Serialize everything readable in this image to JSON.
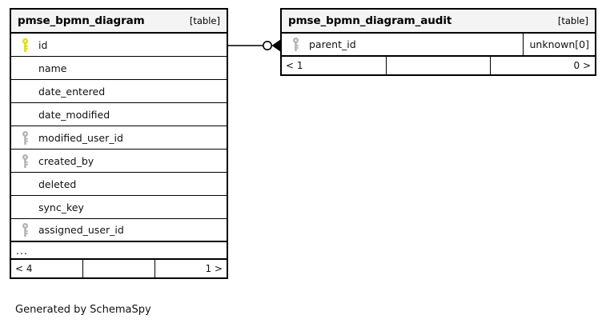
{
  "diagram": {
    "caption": "Generated by SchemaSpy",
    "colors": {
      "primary_key": "#dede00",
      "foreign_key": "#b3b3b3",
      "border": "#000000",
      "header_fill": "#f4f4f4",
      "background": "#ffffff"
    }
  },
  "tables": [
    {
      "name": "pmse_bpmn_diagram",
      "kind": "[table]",
      "columns": [
        {
          "name": "id",
          "key": "primary"
        },
        {
          "name": "name",
          "key": "none"
        },
        {
          "name": "date_entered",
          "key": "none"
        },
        {
          "name": "date_modified",
          "key": "none"
        },
        {
          "name": "modified_user_id",
          "key": "foreign"
        },
        {
          "name": "created_by",
          "key": "foreign"
        },
        {
          "name": "deleted",
          "key": "none"
        },
        {
          "name": "sync_key",
          "key": "none"
        },
        {
          "name": "assigned_user_id",
          "key": "foreign"
        }
      ],
      "ellipsis": "...",
      "footer": {
        "left": "< 4",
        "middle": "",
        "right": "1 >"
      }
    },
    {
      "name": "pmse_bpmn_diagram_audit",
      "kind": "[table]",
      "columns": [
        {
          "name": "parent_id",
          "key": "foreign",
          "type": "unknown[0]"
        }
      ],
      "footer": {
        "left": "< 1",
        "middle": "",
        "right": "0 >"
      }
    }
  ],
  "relationship": {
    "from_table": "pmse_bpmn_diagram",
    "from_column": "id",
    "to_table": "pmse_bpmn_diagram_audit",
    "to_column": "parent_id",
    "source_cardinality": "zero-or-one",
    "target_cardinality": "many"
  }
}
